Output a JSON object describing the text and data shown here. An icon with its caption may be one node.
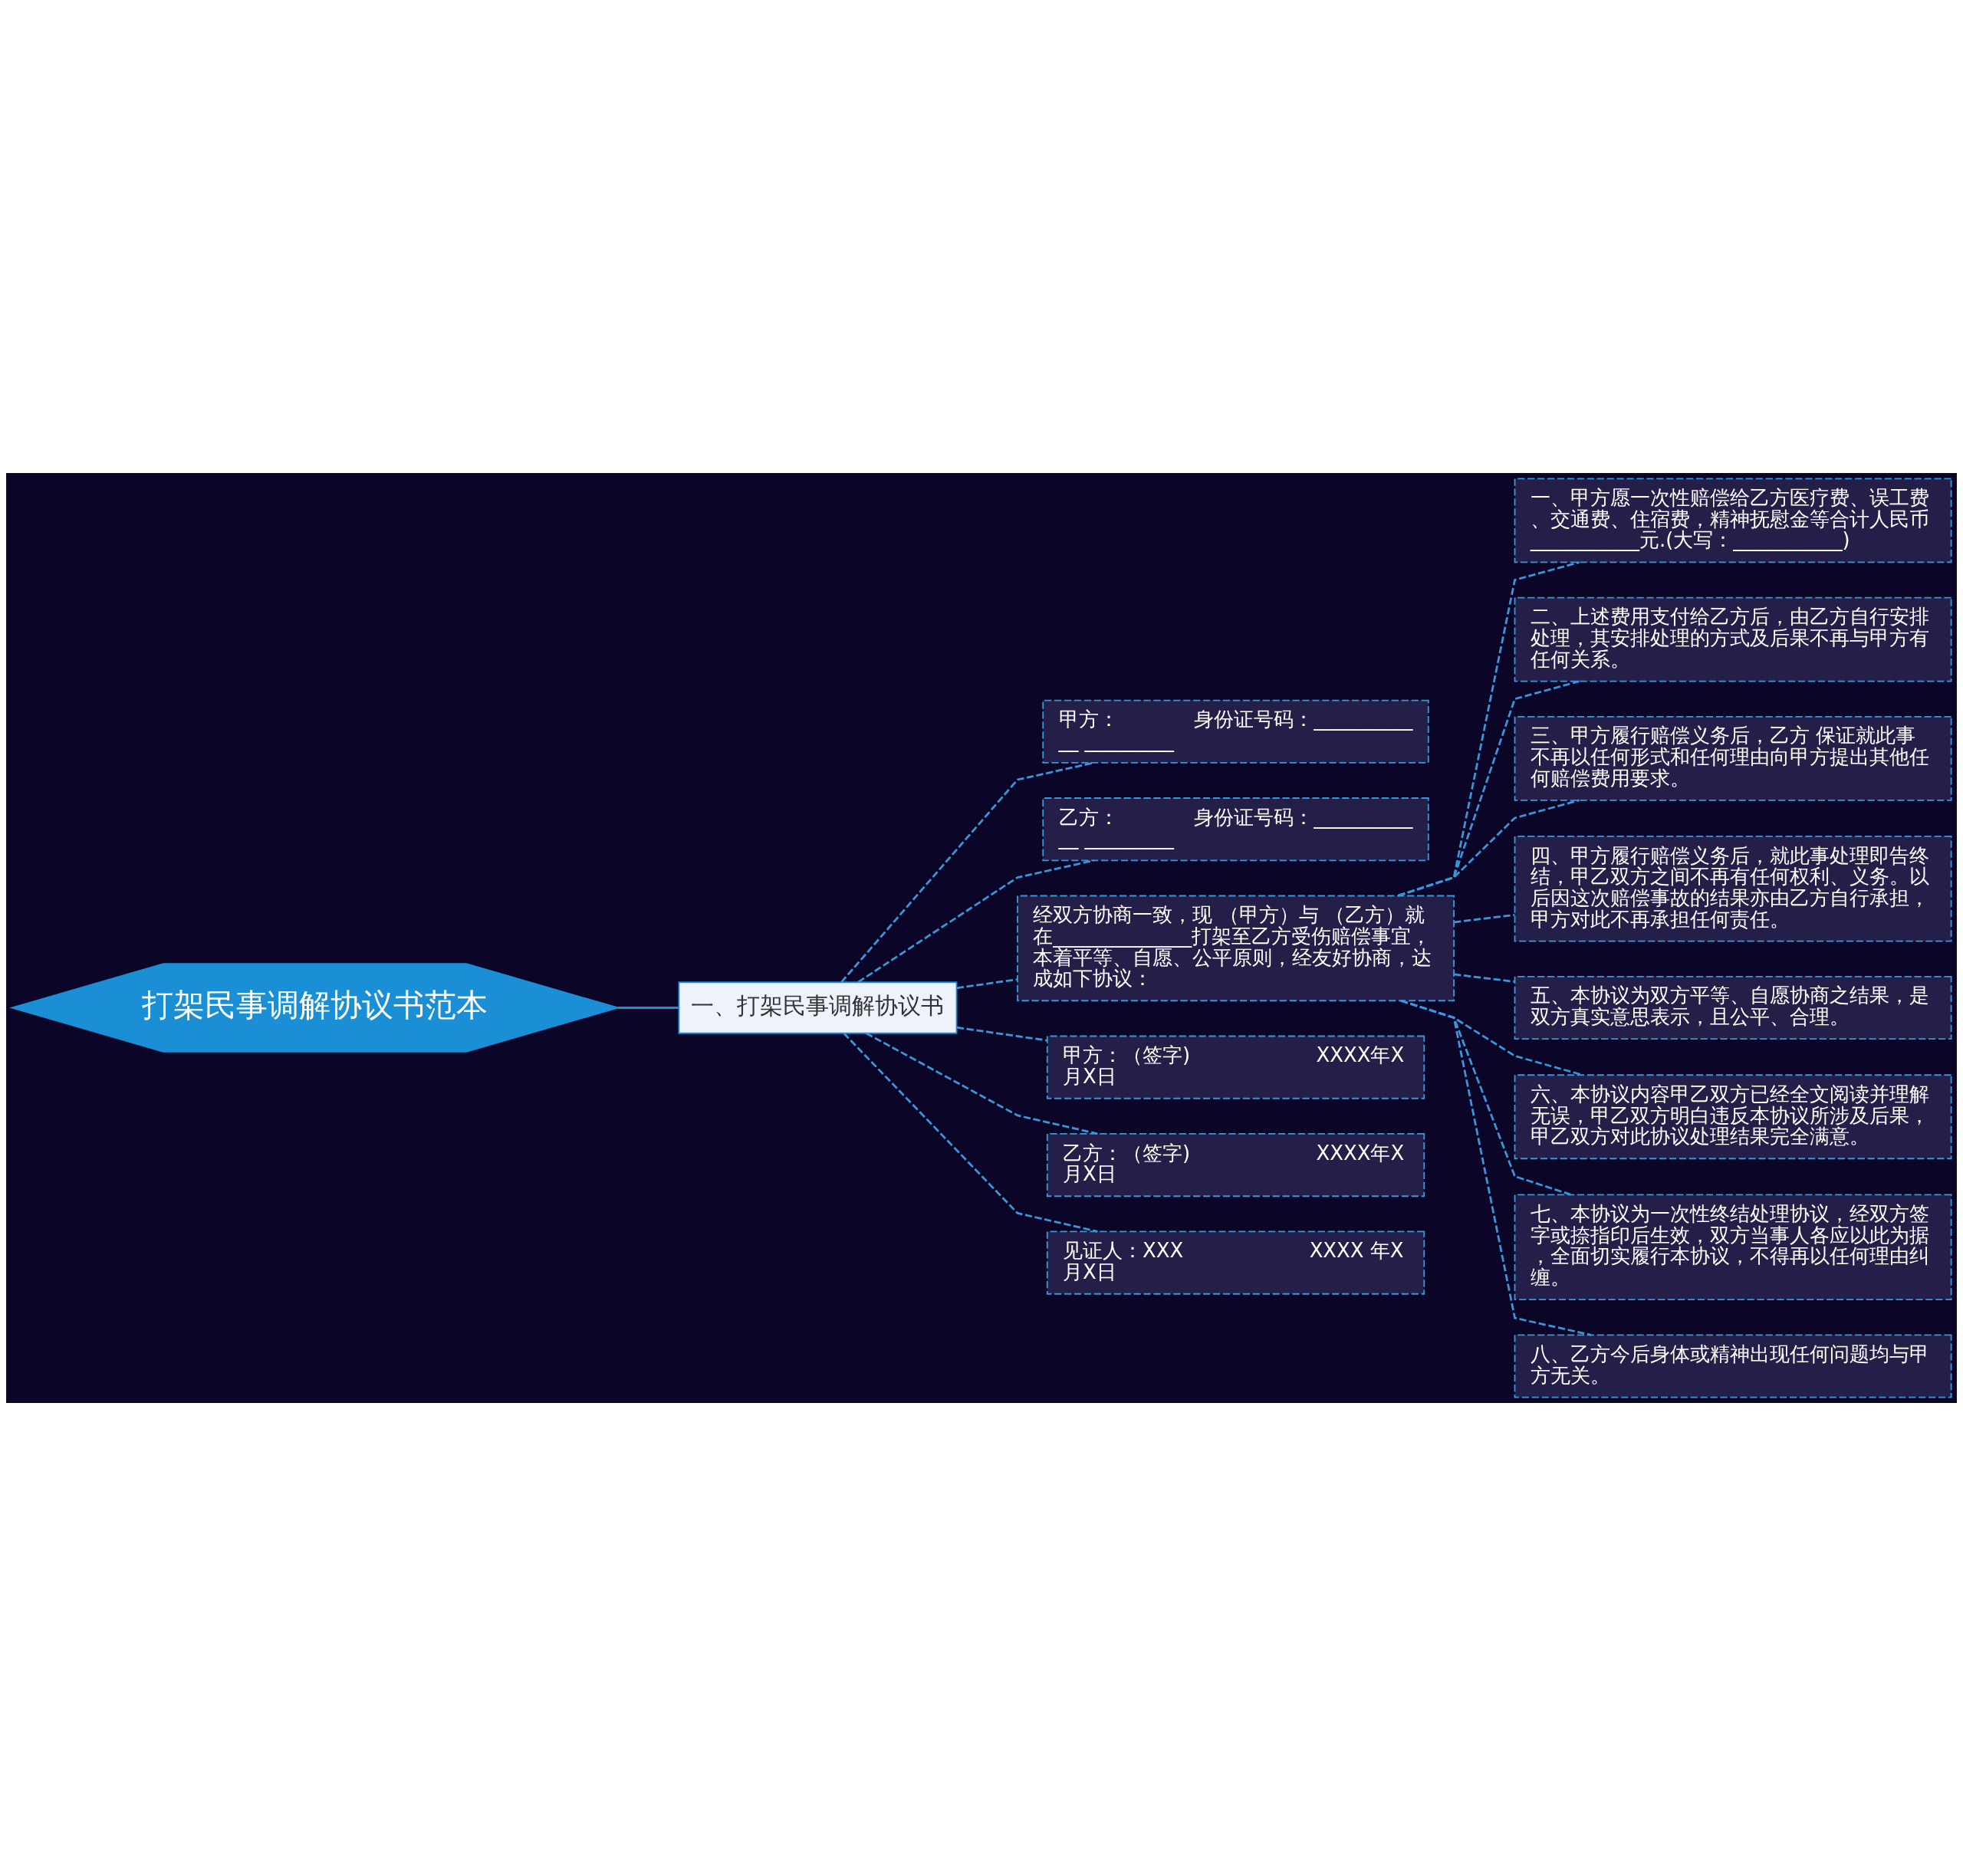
{
  "diagram": {
    "nodes": [
      {
        "text": [
          "打架民事调解协议书范本"
        ]
      },
      {
        "text": [
          "一、打架民事调解协议书"
        ]
      },
      {
        "text": [
          "甲方：            身份证号码：____________ _________"
        ]
      },
      {
        "text": [
          "乙方：            身份证号码：____________ _________"
        ]
      },
      {
        "text": [
          "经双方协商一致，现 （甲方）与 （乙方）就在______________打架至乙方受伤赔偿事宜，本着平等、自愿、公平原则，经友好协商，达成如下协议："
        ]
      },
      {
        "text": [
          "一、甲方愿一次性赔偿给乙方医疗费、误工费、交通费、住宿费，精神抚慰金等合计人民币___________元.(大写：___________)"
        ]
      },
      {
        "text": [
          "二、上述费用支付给乙方后，由乙方自行安排处理，其安排处理的方式及后果不再与甲方有任何关系。"
        ]
      },
      {
        "text": [
          "三、甲方履行赔偿义务后，乙方 保证就此事不再以任何形式和任何理由向甲方提出其他任何赔偿费用要求。"
        ]
      },
      {
        "text": [
          "四、甲方履行赔偿义务后，就此事处理即告终结，甲乙双方之间不再有任何权利、义务。以后因这次赔偿事故的结果亦由乙方自行承担，甲方对此不再承担任何责任。"
        ]
      },
      {
        "text": [
          "五、本协议为双方平等、自愿协商之结果，是双方真实意思表示，且公平、合理。"
        ]
      },
      {
        "text": [
          "六、本协议内容甲乙双方已经全文阅读并理解无误，甲乙双方明白违反本协议所涉及后果，甲乙双方对此协议处理结果完全满意。"
        ]
      },
      {
        "text": [
          "七、本协议为一次性终结处理协议，经双方签字或捺指印后生效，双方当事人各应以此为据，全面切实履行本协议，不得再以任何理由纠缠。"
        ]
      },
      {
        "text": [
          "八、乙方今后身体或精神出现任何问题均与甲方无关。"
        ]
      },
      {
        "text": [
          "甲方：（签字)                    XXXX年X月X日"
        ]
      },
      {
        "text": [
          "乙方：（签字)                    XXXX年X月X日"
        ]
      },
      {
        "text": [
          "见证人：XXX                    XXXX 年X月X日"
        ]
      }
    ],
    "edges": [
      {
        "from": 0,
        "to": 1,
        "arrow": "none",
        "color": "#1a8fd6"
      },
      {
        "from": 1,
        "to": 2,
        "arrow": "none",
        "style": "dashed"
      },
      {
        "from": 1,
        "to": 3,
        "arrow": "none",
        "style": "dashed"
      },
      {
        "from": 1,
        "to": 4,
        "arrow": "none",
        "style": "dashed"
      },
      {
        "from": 4,
        "to": 5,
        "arrow": "none",
        "style": "dashed"
      },
      {
        "from": 4,
        "to": 6,
        "arrow": "none",
        "style": "dashed"
      },
      {
        "from": 4,
        "to": 7,
        "arrow": "none",
        "style": "dashed"
      },
      {
        "from": 4,
        "to": 8,
        "arrow": "none",
        "style": "dashed"
      },
      {
        "from": 4,
        "to": 9,
        "arrow": "none",
        "style": "dashed"
      },
      {
        "from": 4,
        "to": 10,
        "arrow": "none",
        "style": "dashed"
      },
      {
        "from": 4,
        "to": 11,
        "arrow": "none",
        "style": "dashed"
      },
      {
        "from": 4,
        "to": 12,
        "arrow": "none",
        "style": "dashed"
      },
      {
        "from": 1,
        "to": 13,
        "arrow": "none",
        "style": "dashed"
      },
      {
        "from": 1,
        "to": 14,
        "arrow": "none",
        "style": "dashed"
      },
      {
        "from": 1,
        "to": 15,
        "arrow": "none",
        "style": "dashed"
      }
    ]
  }
}
